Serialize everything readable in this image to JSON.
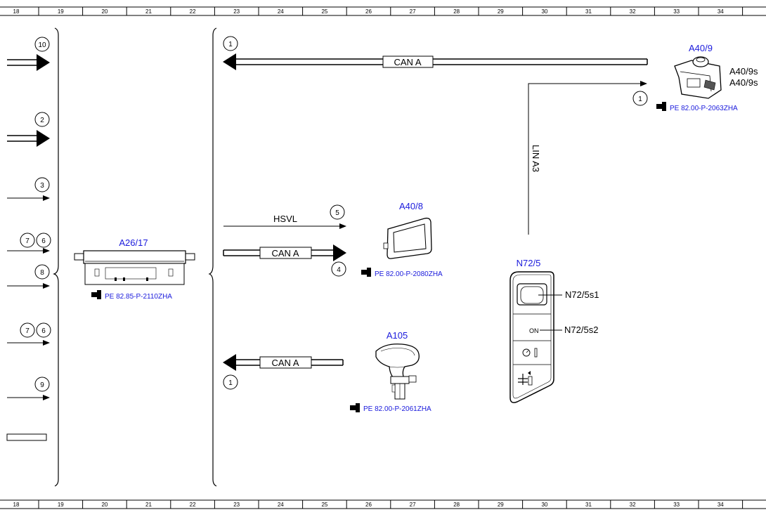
{
  "ruler": {
    "numbers": [
      "18",
      "19",
      "20",
      "21",
      "22",
      "23",
      "24",
      "25",
      "26",
      "27",
      "28",
      "29",
      "30",
      "31",
      "32",
      "33",
      "34"
    ]
  },
  "left_connectors": [
    {
      "number": "10"
    },
    {
      "number": "2"
    },
    {
      "number": "3"
    },
    {
      "number_a": "7",
      "number_b": "6"
    },
    {
      "number": "8"
    },
    {
      "number_a": "7",
      "number_b": "6"
    },
    {
      "number": "9"
    }
  ],
  "components": {
    "a26_17": {
      "label": "A26/17",
      "ref": "PE 82.85-P-2110ZHA"
    },
    "a40_8": {
      "label": "A40/8",
      "ref": "PE 82.00-P-2080ZHA"
    },
    "a105": {
      "label": "A105",
      "ref": "PE 82.00-P-2061ZHA"
    },
    "a40_9": {
      "label": "A40/9",
      "ref": "PE 82.00-P-2063ZHA",
      "sub_a": "A40/9s",
      "sub_b": "A40/9s"
    },
    "n72_5": {
      "label": "N72/5",
      "s1": "N72/5s1",
      "s2": "N72/5s2",
      "on_text": "ON"
    }
  },
  "buses": {
    "can_top": {
      "label": "CAN A",
      "connector": "1"
    },
    "lin": {
      "label": "LIN A3",
      "connector": "1"
    },
    "hsvl": {
      "label": "HSVL",
      "connector": "5"
    },
    "can_mid": {
      "label": "CAN A",
      "connector": "4"
    },
    "can_bottom": {
      "label": "CAN A",
      "connector": "1"
    }
  },
  "colors": {
    "line": "#000000",
    "component_label": "#1a1adc"
  }
}
